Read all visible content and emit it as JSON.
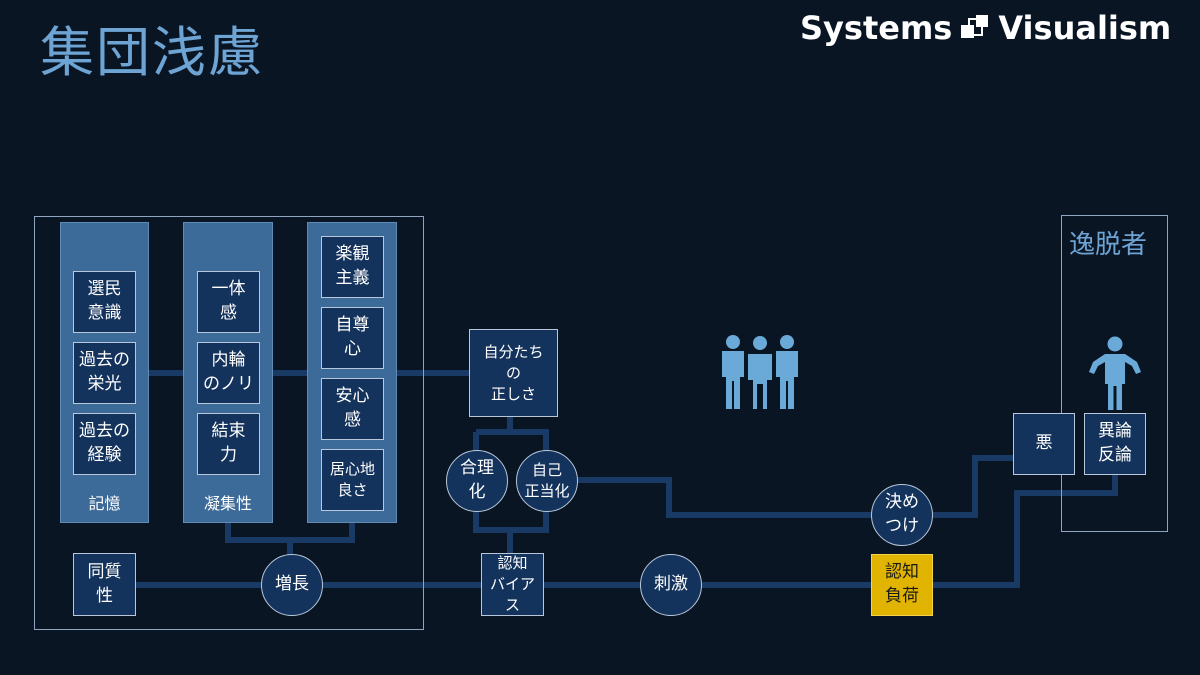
{
  "title": "集団浅慮",
  "brand": {
    "left": "Systems",
    "right": "Visualism",
    "logo_icon": "systems-visualism-logo-icon"
  },
  "groups": {
    "memory": "記憶",
    "cohesion": "凝集性",
    "deviant": "逸脱者"
  },
  "nodes": {
    "chosen_people": "選民\n意識",
    "past_glory": "過去の\n栄光",
    "past_experience": "過去の\n経験",
    "unity": "一体\n感",
    "inner_circle_mood": "内輪\nのノリ",
    "solidarity": "結束\n力",
    "optimism": "楽観\n主義",
    "self_esteem": "自尊\n心",
    "security": "安心\n感",
    "comfort": "居心地\n良さ",
    "homogeneity": "同質\n性",
    "growth": "増長",
    "our_righteousness": "自分たち\nの\n正しさ",
    "rationalization": "合理\n化",
    "self_justification": "自己\n正当化",
    "cognitive_bias": "認知\nバイアス",
    "stimulus": "刺激",
    "labeling": "決め\nつけ",
    "cognitive_load": "認知\n負荷",
    "evil": "悪",
    "dissent": "異論\n反論"
  },
  "icons": {
    "group": "group-of-people-icon",
    "person": "person-shrugging-icon"
  },
  "colors": {
    "background": "#0a1524",
    "connector": "#1a3a66",
    "node_fill": "#14335c",
    "node_border": "#b8c8da",
    "group_fill": "#3d6b99",
    "highlight": "#e0b400",
    "title": "#6da4d4",
    "icon": "#6aaad8"
  }
}
